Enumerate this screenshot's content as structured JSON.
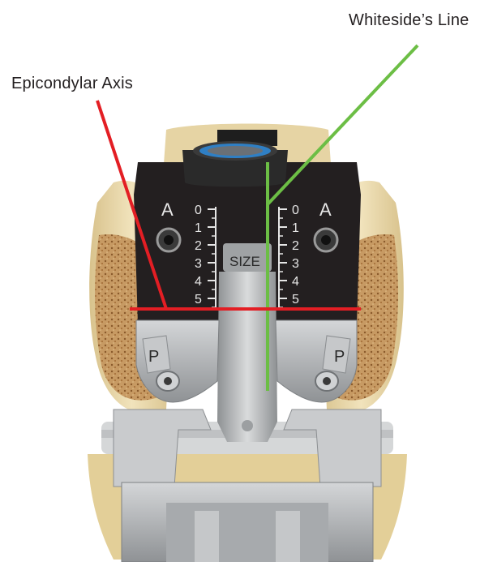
{
  "labels": {
    "whitesides_line": "Whiteside’s Line",
    "epicondylar_axis": "Epicondylar Axis"
  },
  "instrument": {
    "left_letter": "A",
    "right_letter": "A",
    "left_lower_letter": "P",
    "right_lower_letter": "P",
    "size_label": "SIZE",
    "scale_left": [
      "0",
      "1",
      "2",
      "3",
      "4",
      "5"
    ],
    "scale_right": [
      "0",
      "1",
      "2",
      "3",
      "4",
      "5"
    ]
  },
  "colors": {
    "whitesides_line": "#6cbe45",
    "epicondylar_axis": "#e31e24",
    "bone": "#e8d7a8",
    "cancellous": "#b98a55",
    "metal": "#b7b9bb",
    "dark_block": "#231f20",
    "knob_ring": "#2f7fc4"
  }
}
